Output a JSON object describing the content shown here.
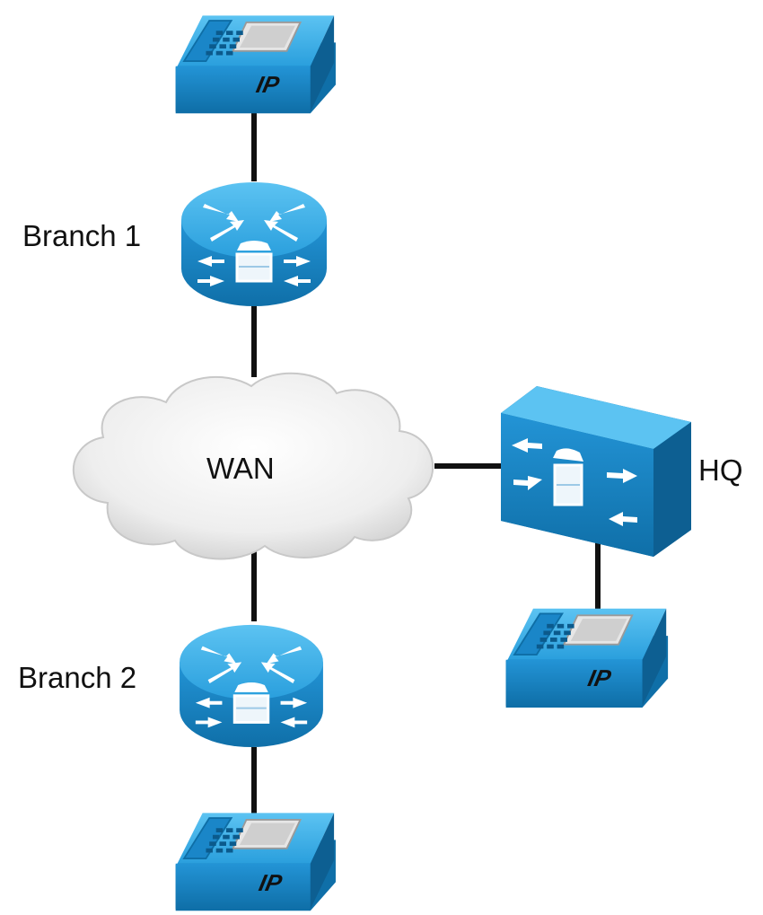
{
  "labels": {
    "branch1": "Branch 1",
    "branch2": "Branch 2",
    "wan": "WAN",
    "hq": "HQ",
    "phone": "IP"
  },
  "colors": {
    "device_top": "#3aaee8",
    "device_side": "#1a86c8",
    "device_dark": "#0e6ea6",
    "link": "#111111",
    "cloud": "#f2f2f2"
  },
  "icons": {
    "router": "voice-router-icon",
    "phone": "ip-phone-icon",
    "cloud": "cloud-icon",
    "call_manager": "call-manager-icon"
  }
}
